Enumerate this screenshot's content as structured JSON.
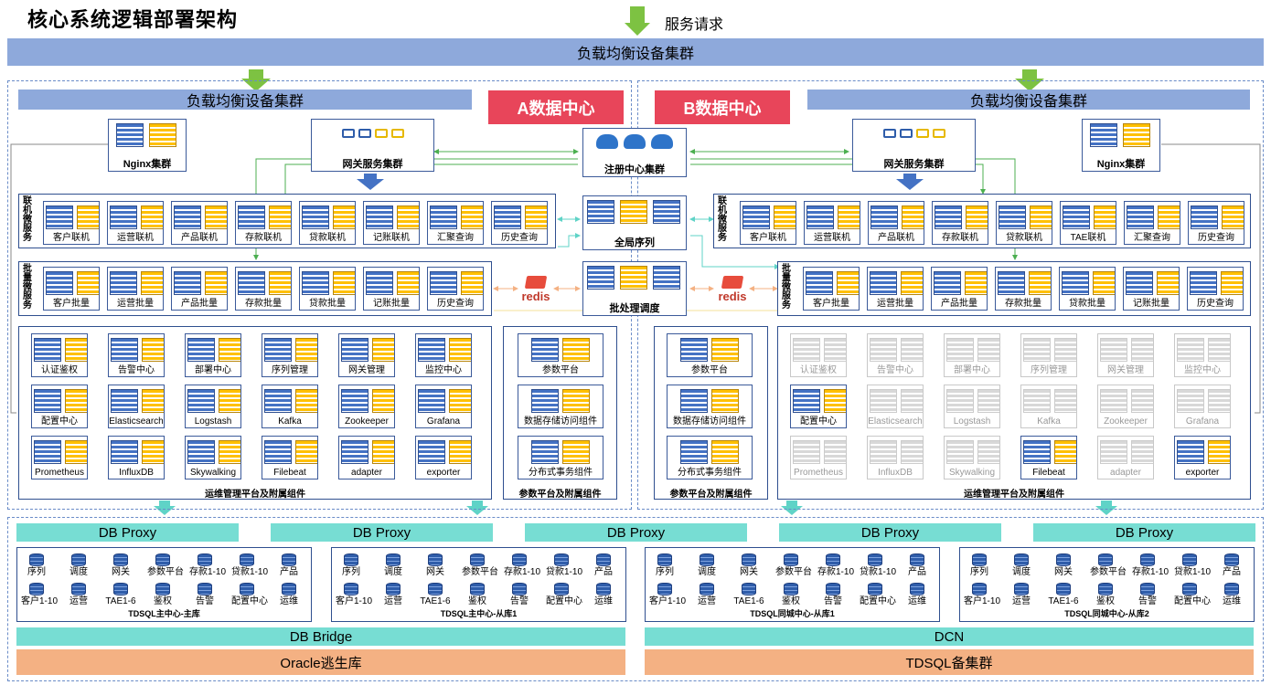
{
  "title": "核心系统逻辑部署架构",
  "service_request": "服务请求",
  "lb_top": "负载均衡设备集群",
  "lb_a": "负载均衡设备集群",
  "lb_b": "负载均衡设备集群",
  "dc_a": "A数据中心",
  "dc_b": "B数据中心",
  "nginx_a": "Nginx集群",
  "nginx_b": "Nginx集群",
  "gateway_a": "网关服务集群",
  "gateway_b": "网关服务集群",
  "registry": "注册中心集群",
  "global_seq": "全局序列",
  "batch_sched": "批处理调度",
  "redis": "redis",
  "online_label": "联机微服务",
  "batch_label": "批量微服务",
  "online_a": [
    "客户联机",
    "运营联机",
    "产品联机",
    "存款联机",
    "贷款联机",
    "记账联机",
    "汇聚查询",
    "历史查询"
  ],
  "online_b": [
    "客户联机",
    "运营联机",
    "产品联机",
    "存款联机",
    "贷款联机",
    "TAE联机",
    "汇聚查询",
    "历史查询"
  ],
  "batch_a": [
    "客户批量",
    "运营批量",
    "产品批量",
    "存款批量",
    "贷款批量",
    "记账批量",
    "历史查询"
  ],
  "batch_b": [
    "客户批量",
    "运营批量",
    "产品批量",
    "存款批量",
    "贷款批量",
    "记账批量",
    "历史查询"
  ],
  "ops_items": [
    "认证鉴权",
    "告警中心",
    "部署中心",
    "序列管理",
    "网关管理",
    "监控中心",
    "配置中心",
    "Elasticsearch",
    "Logstash",
    "Kafka",
    "Zookeeper",
    "Grafana",
    "Prometheus",
    "InfluxDB",
    "Skywalking",
    "Filebeat",
    "adapter",
    "exporter"
  ],
  "ops_b_active": [
    6,
    15,
    17
  ],
  "ops_caption": "运维管理平台及附属组件",
  "param_items": [
    "参数平台",
    "数据存储访问组件",
    "分布式事务组件"
  ],
  "param_caption": "参数平台及附属组件",
  "db_proxy": [
    "DB Proxy",
    "DB Proxy",
    "DB Proxy",
    "DB Proxy",
    "DB Proxy"
  ],
  "db_row1": [
    "序列",
    "调度",
    "网关",
    "参数平台",
    "存款1-10",
    "贷款1-10",
    "产品"
  ],
  "db_row2": [
    "客户1-10",
    "运营",
    "TAE1-6",
    "鉴权",
    "告警",
    "配置中心",
    "运维"
  ],
  "db_groups": [
    "TDSQL主中心-主库",
    "TDSQL主中心-从库1",
    "TDSQL同城中心-从库1",
    "TDSQL同城中心-从库2"
  ],
  "db_bridge": "DB Bridge",
  "dcn": "DCN",
  "oracle": "Oracle逃生库",
  "tdsql_backup": "TDSQL备集群",
  "colors": {
    "blue_bar": "#8EA9DB",
    "teal_bar": "#77DDD3",
    "orange_bar": "#F4B183",
    "dc_red": "#E8455A",
    "arrow_green": "#7DC242",
    "server_blue": "#4472C4",
    "server_yellow": "#FFC000"
  }
}
